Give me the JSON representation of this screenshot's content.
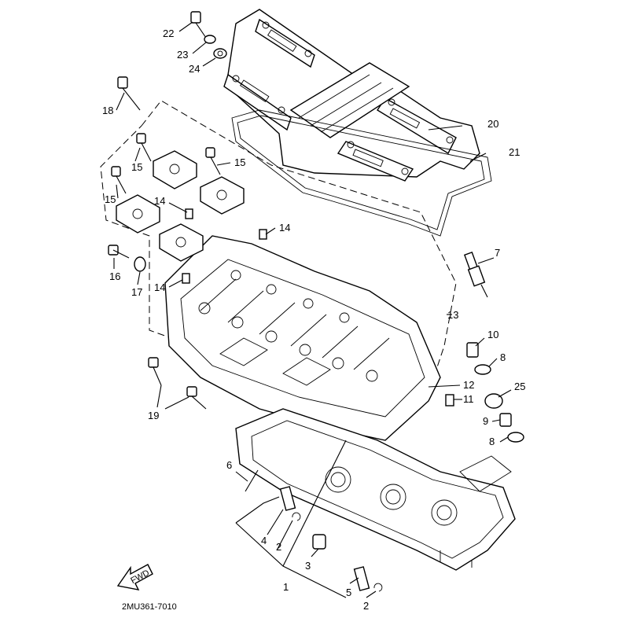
{
  "diagram": {
    "reference_code": "2MU361-7010",
    "fwd_label": "FWD",
    "callouts": {
      "c1": "1",
      "c2a": "2",
      "c2b": "2",
      "c3": "3",
      "c4": "4",
      "c5": "5",
      "c6": "6",
      "c7": "7",
      "c8a": "8",
      "c8b": "8",
      "c9": "9",
      "c10": "10",
      "c11": "11",
      "c12": "12",
      "c13": "13",
      "c14a": "14",
      "c14b": "14",
      "c14c": "14",
      "c15a": "15",
      "c15b": "15",
      "c15c": "15",
      "c16": "16",
      "c17": "17",
      "c18": "18",
      "c19": "19",
      "c20": "20",
      "c21": "21",
      "c22": "22",
      "c23": "23",
      "c24": "24",
      "c25": "25"
    }
  }
}
